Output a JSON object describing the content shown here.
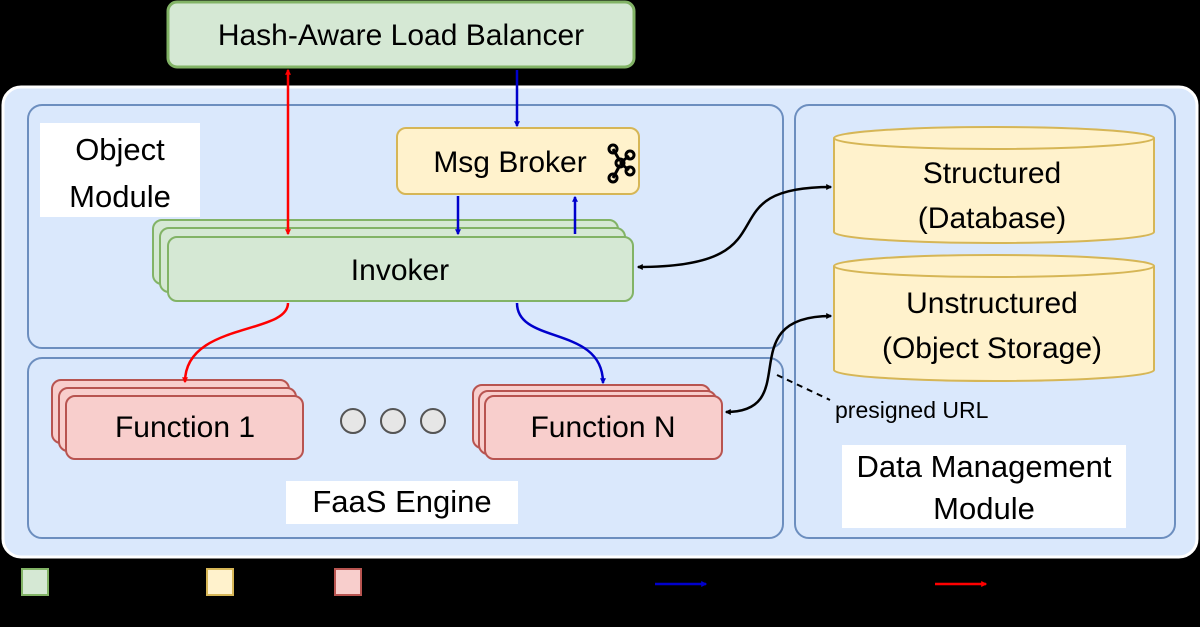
{
  "load_balancer": {
    "label": "Hash-Aware Load Balancer"
  },
  "object_module": {
    "label_line1": "Object",
    "label_line2": "Module"
  },
  "msg_broker": {
    "label": "Msg Broker",
    "icon": "kafka-icon"
  },
  "invoker": {
    "label": "Invoker"
  },
  "faas_engine": {
    "label": "FaaS Engine",
    "function_1": "Function 1",
    "function_n": "Function N",
    "ellipsis_icon": "three-circles"
  },
  "storage": {
    "structured_line1": "Structured",
    "structured_line2": "(Database)",
    "unstructured_line1": "Unstructured",
    "unstructured_line2": "(Object Storage)",
    "presigned_label": "presigned URL"
  },
  "data_management": {
    "label_line1": "Data Management",
    "label_line2": "Module"
  },
  "colors": {
    "background": "#000000",
    "platform_fill": "#dae8fc",
    "platform_stroke": "#6c8ebf",
    "green_fill": "#d5e8d4",
    "green_stroke": "#82b366",
    "yellow_fill": "#fff2cc",
    "yellow_stroke": "#d6b656",
    "red_fill": "#f8cecc",
    "red_stroke": "#b85450",
    "red_arrow": "#ff0000",
    "blue_arrow": "#0000cc",
    "black_arrow": "#000000"
  },
  "legend": {
    "green_swatch": "#d5e8d4",
    "yellow_swatch": "#fff2cc",
    "red_swatch": "#f8cecc",
    "blue_arrow": "#0000cc",
    "red_arrow": "#ff0000"
  }
}
